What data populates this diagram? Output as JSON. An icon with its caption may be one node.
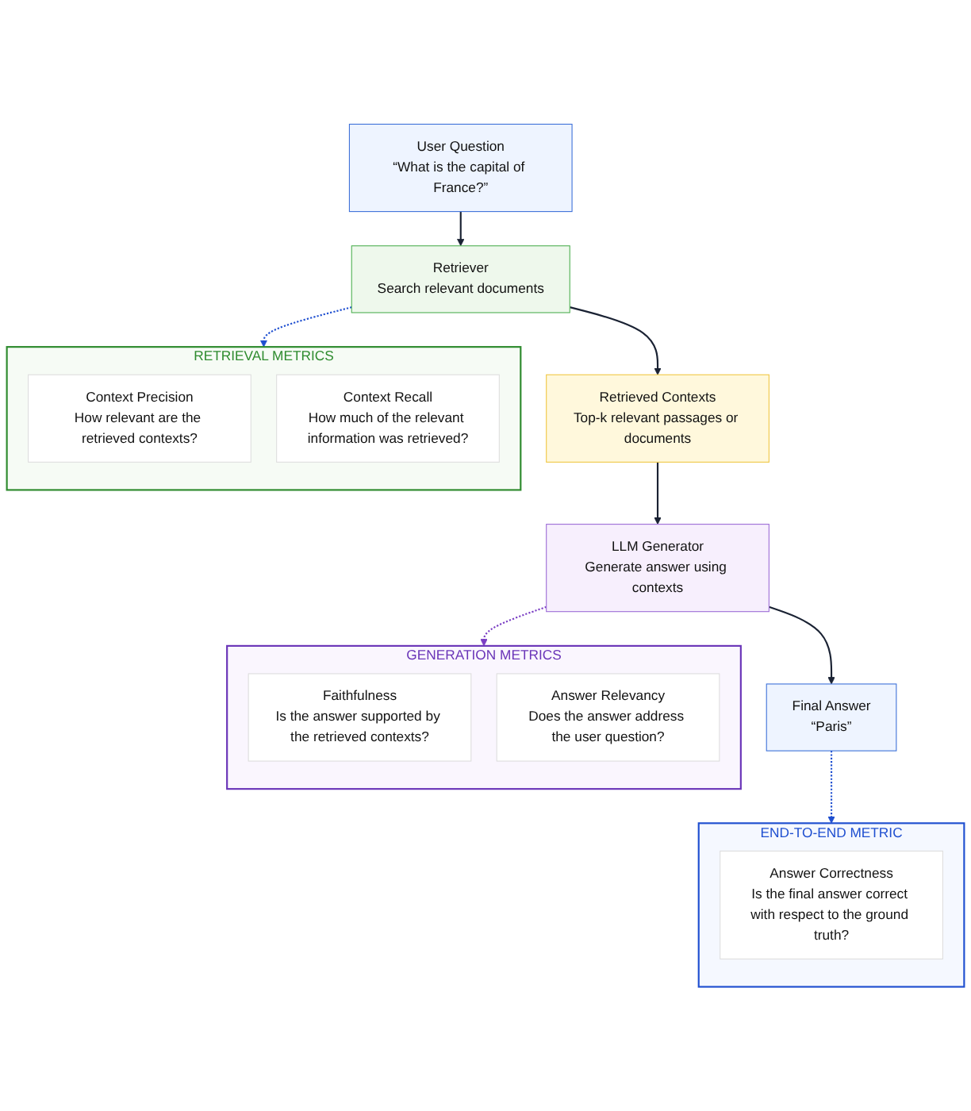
{
  "diagram": {
    "nodes": [
      {
        "text": [
          "User Question",
          "“What is the capital of France?”"
        ]
      },
      {
        "text": [
          "Retriever",
          "Search relevant documents"
        ]
      },
      {
        "text": [
          "Retrieved Contexts",
          "Top-k relevant passages or documents"
        ]
      },
      {
        "text": [
          "LLM Generator",
          "Generate answer using contexts"
        ]
      },
      {
        "text": [
          "Final Answer",
          "“Paris”"
        ]
      },
      {
        "text": [
          "RETRIEVAL METRICS"
        ]
      },
      {
        "text": [
          "Context Precision",
          "How relevant are the retrieved contexts?"
        ],
        "in": 5
      },
      {
        "text": [
          "Context Recall",
          "How much of the relevant information was retrieved?"
        ],
        "in": 5
      },
      {
        "text": [
          "GENERATION METRICS"
        ]
      },
      {
        "text": [
          "Faithfulness",
          "Is the answer supported by the retrieved contexts?"
        ],
        "in": 8
      },
      {
        "text": [
          "Answer Relevancy",
          "Does the answer address the user question?"
        ],
        "in": 8
      },
      {
        "text": [
          "END-TO-END METRIC"
        ]
      },
      {
        "text": [
          "Answer Correctness",
          "Is the final answer correct with respect to the ground truth?"
        ],
        "in": 11
      }
    ],
    "edges": [
      {
        "from": 0,
        "to": 1,
        "arrow": "to"
      },
      {
        "from": 1,
        "to": 2,
        "arrow": "to"
      },
      {
        "from": 2,
        "to": 3,
        "arrow": "to"
      },
      {
        "from": 3,
        "to": 4,
        "arrow": "to"
      },
      {
        "from": 1,
        "to": 5,
        "arrow": "to",
        "style": "dashed",
        "color": "#1f4fd0"
      },
      {
        "from": 3,
        "to": 8,
        "arrow": "to",
        "style": "dashed",
        "color": "#7b3fc4"
      },
      {
        "from": 4,
        "to": 11,
        "arrow": "to",
        "style": "dashed",
        "color": "#1f4fd0"
      }
    ]
  }
}
